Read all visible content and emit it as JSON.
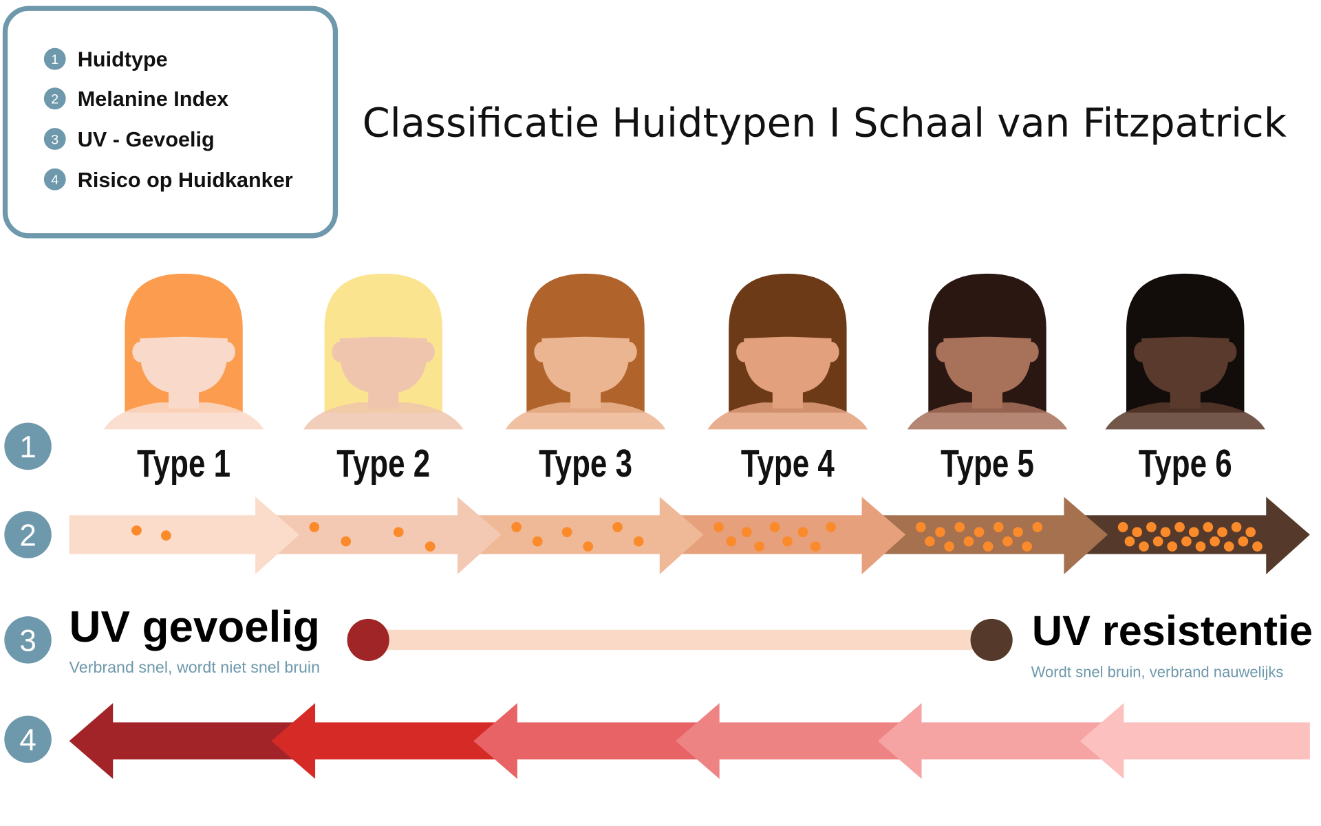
{
  "title": "Classificatie Huidtypen I Schaal van Fitzpatrick",
  "legend": [
    {
      "number": "1",
      "label": "Huidtype"
    },
    {
      "number": "2",
      "label": "Melanine Index"
    },
    {
      "number": "3",
      "label": "UV - Gevoelig"
    },
    {
      "number": "4",
      "label": "Risico op Huidkanker"
    }
  ],
  "row_numbers": [
    "1",
    "2",
    "3",
    "4"
  ],
  "types": [
    {
      "label": "Type 1",
      "hair": "#fc9c4e",
      "skin": "#f9d9c9",
      "melanin_color": "#fbdccb",
      "melanin_dots": 2,
      "risk_color": "#a22428"
    },
    {
      "label": "Type 2",
      "hair": "#fbe48f",
      "skin": "#efc5ad",
      "melanin_color": "#f3c9b3",
      "melanin_dots": 4,
      "risk_color": "#d52a26"
    },
    {
      "label": "Type 3",
      "hair": "#b0632a",
      "skin": "#ecb592",
      "melanin_color": "#efb896",
      "melanin_dots": 6,
      "risk_color": "#e86366"
    },
    {
      "label": "Type 4",
      "hair": "#6d3a17",
      "skin": "#e3a07c",
      "melanin_color": "#e6a07c",
      "melanin_dots": 9,
      "risk_color": "#ee8384"
    },
    {
      "label": "Type 5",
      "hair": "#2b1712",
      "skin": "#a8715a",
      "melanin_color": "#a5714f",
      "melanin_dots": 13,
      "risk_color": "#f5a3a3"
    },
    {
      "label": "Type 6",
      "hair": "#120c0a",
      "skin": "#5a3a2c",
      "melanin_color": "#553a2b",
      "melanin_dots": 20,
      "risk_color": "#fcc0bf"
    }
  ],
  "uv": {
    "left_title": "UV gevoelig",
    "left_subtitle": "Verbrand snel, wordt niet snel bruin",
    "right_title": "UV resistentie",
    "right_subtitle": "Wordt snel bruin, verbrand nauwelijks"
  },
  "colors": {
    "accent": "#6e98ab",
    "dot": "#fb8a2b",
    "uv_low": "#a02527",
    "uv_high": "#553a2b",
    "uv_bar": "#fad9c6"
  }
}
